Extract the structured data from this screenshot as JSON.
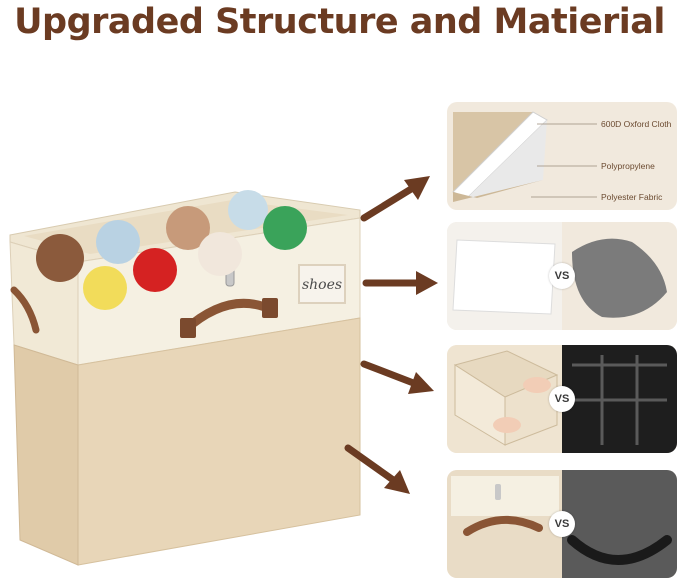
{
  "title": "Upgraded Structure and Matierial",
  "box": {
    "tag_text": "shoes"
  },
  "layers": [
    {
      "label": "600D Oxford Cloth"
    },
    {
      "label": "Polypropylene"
    },
    {
      "label": "Polyester Fabric"
    }
  ],
  "comparisons": [
    {
      "vs": "VS"
    },
    {
      "vs": "VS"
    },
    {
      "vs": "VS"
    }
  ],
  "colors": {
    "title": "#6b3b22",
    "arrow": "#6b3b22",
    "panel": "#f1e9dd",
    "box_lower": "#e8d6b8",
    "box_upper": "#f5f0e2"
  }
}
